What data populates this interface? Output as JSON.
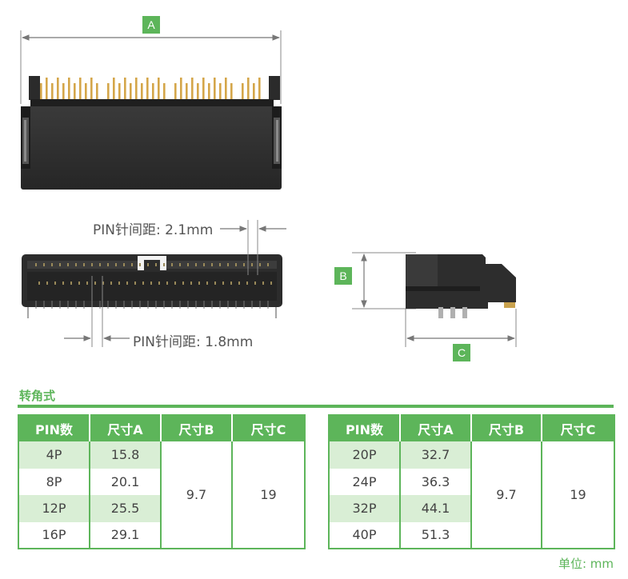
{
  "dimensions": {
    "a": "A",
    "b": "B",
    "c": "C",
    "pitch_top": "PIN针间距: 2.1mm",
    "pitch_bottom": "PIN针间距: 1.8mm"
  },
  "section_title": "转角式",
  "unit_note": "单位: mm",
  "tables": [
    {
      "headers": [
        "PIN数",
        "尺寸A",
        "尺寸B",
        "尺寸C"
      ],
      "rows": [
        {
          "pin": "4P",
          "a": "15.8"
        },
        {
          "pin": "8P",
          "a": "20.1"
        },
        {
          "pin": "12P",
          "a": "25.5"
        },
        {
          "pin": "16P",
          "a": "29.1"
        }
      ],
      "b": "9.7",
      "c": "19"
    },
    {
      "headers": [
        "PIN数",
        "尺寸A",
        "尺寸B",
        "尺寸C"
      ],
      "rows": [
        {
          "pin": "20P",
          "a": "32.7"
        },
        {
          "pin": "24P",
          "a": "36.3"
        },
        {
          "pin": "32P",
          "a": "44.1"
        },
        {
          "pin": "40P",
          "a": "51.3"
        }
      ],
      "b": "9.7",
      "c": "19"
    }
  ],
  "colors": {
    "accent": "#5db55a",
    "shade": "#d9eed5",
    "connector": "#2e2e2e"
  }
}
